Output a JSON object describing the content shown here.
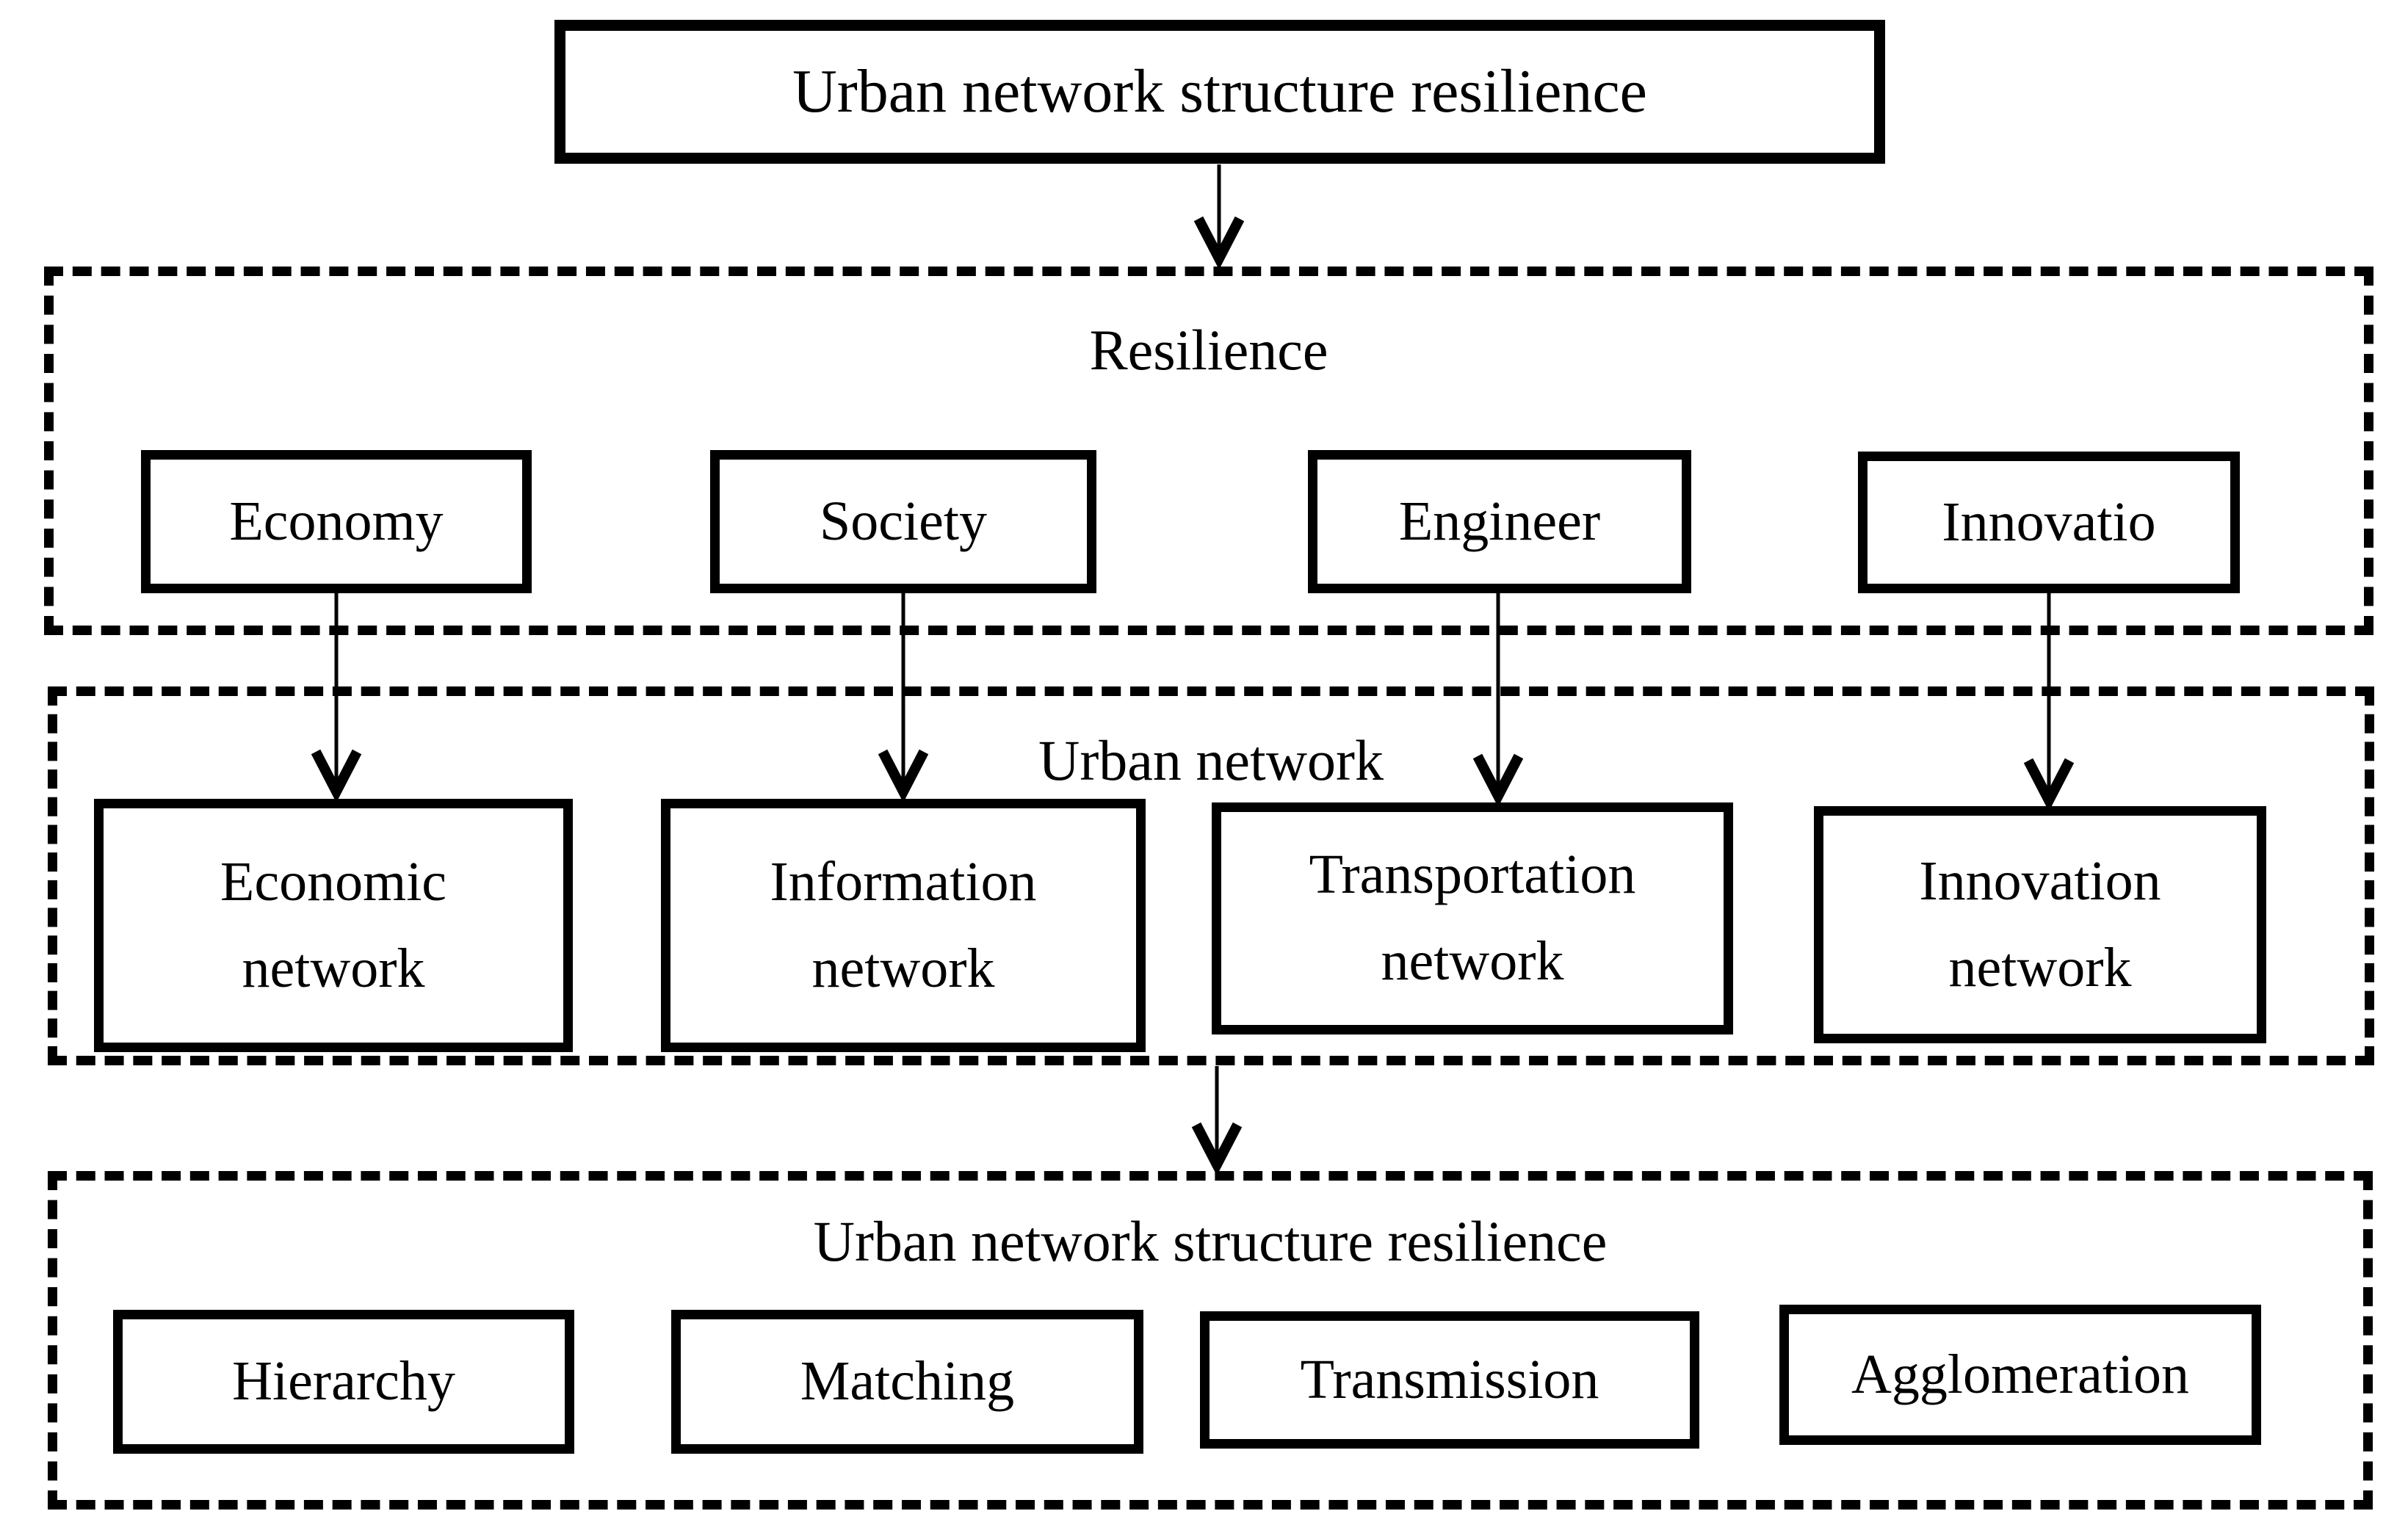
{
  "root": {
    "title": "Urban network structure resilience"
  },
  "sections": [
    {
      "title": "Resilience",
      "items": [
        {
          "label": "Economy"
        },
        {
          "label": "Society"
        },
        {
          "label": "Engineer"
        },
        {
          "label": "Innovatio"
        }
      ]
    },
    {
      "title": "Urban network",
      "items": [
        {
          "label": "Economic network"
        },
        {
          "label": "Information network"
        },
        {
          "label": "Transportation network"
        },
        {
          "label": "Innovation network"
        }
      ]
    },
    {
      "title": "Urban network structure resilience",
      "items": [
        {
          "label": "Hierarchy"
        },
        {
          "label": "Matching"
        },
        {
          "label": "Transmission"
        },
        {
          "label": "Agglomeration"
        }
      ]
    }
  ],
  "icons": {
    "arrow": "down-arrow"
  },
  "colors": {
    "line": "#000000",
    "background": "#ffffff"
  }
}
